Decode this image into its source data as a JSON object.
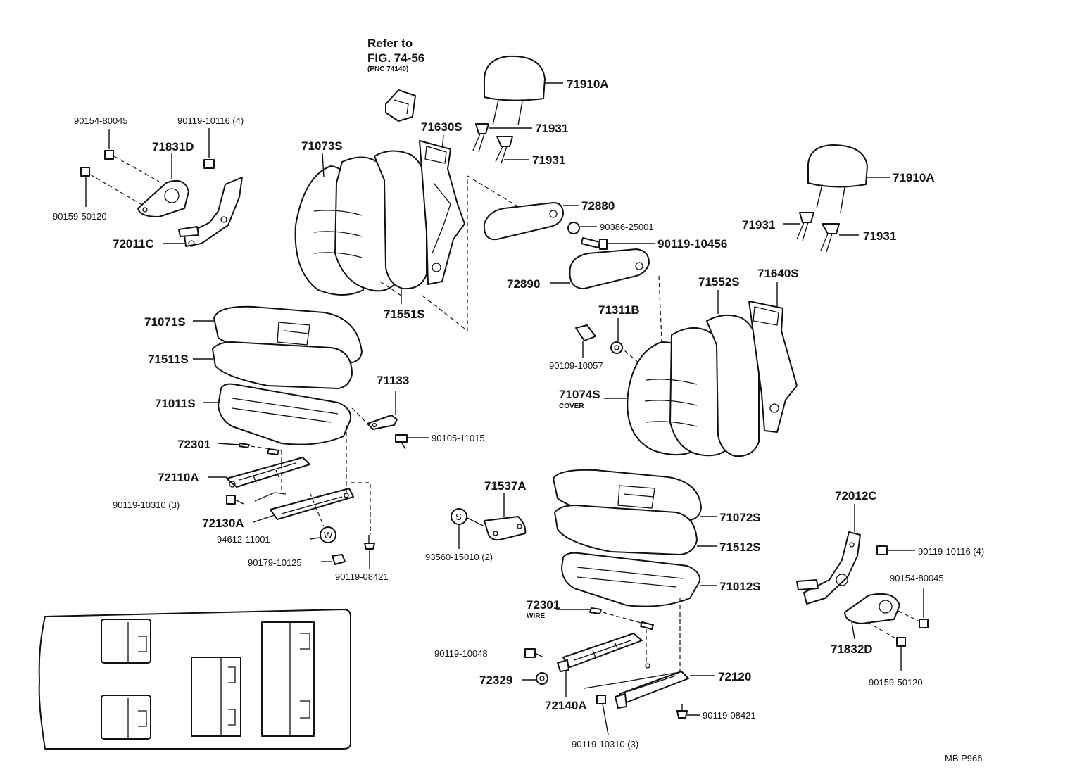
{
  "figure": {
    "code": "MB  P966",
    "refer": {
      "line1": "Refer to",
      "line2": "FIG. 74-56",
      "line3": "(PNC 74140)"
    }
  },
  "parts": {
    "p71910A_l": "71910A",
    "p71931_a": "71931",
    "p71931_b": "71931",
    "p71630S": "71630S",
    "p71073S": "71073S",
    "p71831D": "71831D",
    "p90154_80045_l": "90154-80045",
    "p90119_10116_l": "90119-10116 (4)",
    "p90159_50120_l": "90159-50120",
    "p72011C": "72011C",
    "p72880": "72880",
    "p90386_25001": "90386-25001",
    "p90119_10456": "90119-10456",
    "p72890": "72890",
    "p71551S": "71551S",
    "p71910A_r": "71910A",
    "p71931_c": "71931",
    "p71931_d": "71931",
    "p71552S": "71552S",
    "p71640S": "71640S",
    "p71311B": "71311B",
    "p90109_10057": "90109-10057",
    "p71074S": "71074S",
    "cover": "COVER",
    "p71071S": "71071S",
    "p71511S": "71511S",
    "p71011S": "71011S",
    "p71133": "71133",
    "p90105_11015": "90105-11015",
    "p72301_l": "72301",
    "p72110A": "72110A",
    "p90119_10310_l": "90119-10310 (3)",
    "p72130A": "72130A",
    "p94612_11001": "94612-11001",
    "washer_w": "W",
    "p90179_10125": "90179-10125",
    "p90119_08421_l": "90119-08421",
    "p71537A": "71537A",
    "snap_s": "S",
    "p93560_15010": "93560-15010 (2)",
    "p71072S": "71072S",
    "p71512S": "71512S",
    "p71012S": "71012S",
    "p72301_r": "72301",
    "wire": "WIRE",
    "p90119_10048": "90119-10048",
    "p72329": "72329",
    "p72140A": "72140A",
    "p72120": "72120",
    "p90119_08421_r": "90119-08421",
    "p90119_10310_r": "90119-10310 (3)",
    "p72012C": "72012C",
    "p90119_10116_r": "90119-10116 (4)",
    "p90154_80045_r": "90154-80045",
    "p71832D": "71832D",
    "p90159_50120_r": "90159-50120"
  }
}
